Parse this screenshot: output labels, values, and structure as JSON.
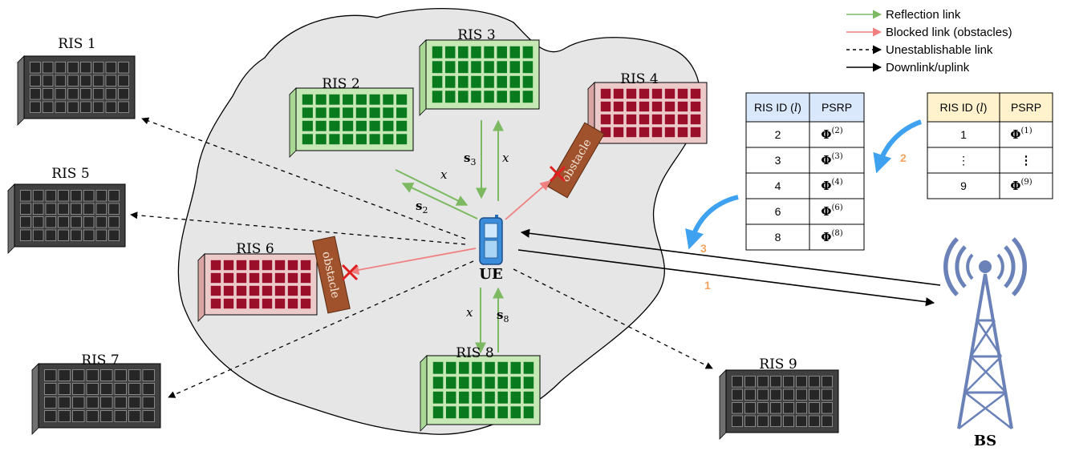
{
  "legend": [
    {
      "label": "Reflection link",
      "color": "#7cb961",
      "style": "solid"
    },
    {
      "label": "Blocked link (obstacles)",
      "color": "#f08080",
      "style": "solid"
    },
    {
      "label": "Unestablishable link",
      "color": "#000000",
      "style": "dashed"
    },
    {
      "label": "Downlink/uplink",
      "color": "#000000",
      "style": "solid"
    }
  ],
  "ris": {
    "r1": {
      "label": "RIS 1",
      "state": "gray"
    },
    "r2": {
      "label": "RIS 2",
      "state": "green"
    },
    "r3": {
      "label": "RIS 3",
      "state": "green"
    },
    "r4": {
      "label": "RIS 4",
      "state": "red"
    },
    "r5": {
      "label": "RIS 5",
      "state": "gray"
    },
    "r6": {
      "label": "RIS 6",
      "state": "red"
    },
    "r7": {
      "label": "RIS 7",
      "state": "gray"
    },
    "r8": {
      "label": "RIS 8",
      "state": "green"
    },
    "r9": {
      "label": "RIS 9",
      "state": "gray"
    }
  },
  "ue_label": "UE",
  "bs_label": "BS",
  "obstacle_label": "obstacle",
  "link_labels": {
    "x": "x",
    "s2_base": "s",
    "s2_sub": "2",
    "s3_base": "s",
    "s3_sub": "3",
    "s8_base": "s",
    "s8_sub": "8"
  },
  "steps": {
    "one": "1",
    "two": "2",
    "three": "3"
  },
  "table_ue": {
    "header": {
      "col1_text": "RIS ID (",
      "col1_var": "l",
      "col1_close": ")",
      "col2": "PSRP"
    },
    "rows": [
      {
        "id": "2",
        "phi": "Φ",
        "sup": "(2)"
      },
      {
        "id": "3",
        "phi": "Φ",
        "sup": "(3)"
      },
      {
        "id": "4",
        "phi": "Φ",
        "sup": "(4)"
      },
      {
        "id": "6",
        "phi": "Φ",
        "sup": "(6)"
      },
      {
        "id": "8",
        "phi": "Φ",
        "sup": "(8)"
      }
    ],
    "header_color": "#dae8fc"
  },
  "table_bs": {
    "header": {
      "col1_text": "RIS ID (",
      "col1_var": "l",
      "col1_close": ")",
      "col2": "PSRP"
    },
    "rows": [
      {
        "id": "1",
        "phi": "Φ",
        "sup": "(1)"
      },
      {
        "id": "⋮",
        "phi": "⋮",
        "sup": ""
      },
      {
        "id": "9",
        "phi": "Φ",
        "sup": "(9)"
      }
    ],
    "header_color": "#fff2cc"
  },
  "colors": {
    "reflection": "#7cb961",
    "blocked": "#f08080",
    "cloud_fill": "#e6e6e6",
    "step_arrow": "#3ea2f0",
    "step_text": "#f4a460",
    "obstacle": "#a0522d"
  }
}
